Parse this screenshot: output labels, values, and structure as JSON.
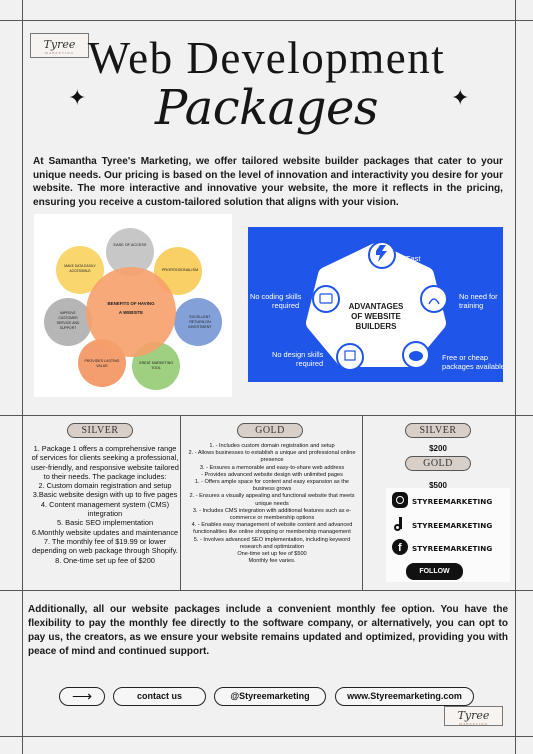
{
  "header": {
    "logo_text": "Tyree",
    "logo_sub": "MARKETING",
    "title_line1": "Web Development",
    "title_line2": "Packages",
    "sparkle": "✦"
  },
  "intro": "At Samantha Tyree's Marketing, we offer tailored website builder packages that cater to your unique needs. Our pricing is based on the level of innovation and interactivity you desire for your website. The more interactive and innovative your website, the more it reflects in the pricing, ensuring you receive a custom-tailored solution that aligns with your vision.",
  "benefits_diagram": {
    "center": "BENEFITS OF HAVING A WEBSITE",
    "items": [
      "EASE OF ACCESS",
      "PROFESSIONALISM",
      "EXCELLENT RETURN ON INVESTMENT",
      "GREAT MARKETING TOOL",
      "PROVIDES LASTING VALUE",
      "IMPROVE CUSTOMER SERVICE AND SUPPORT",
      "MAKE DATA EASILY ACCESSIBLE"
    ],
    "colors": [
      "#bdbdbd",
      "#f7c84a",
      "#6d8fd1",
      "#8ec86b",
      "#f28c55",
      "#a9a9a9",
      "#f8cf55"
    ],
    "center_color": "#f6a06a"
  },
  "advantages_diagram": {
    "center": "ADVANTAGES OF WEBSITE BUILDERS",
    "items": [
      "Fast",
      "No need for training",
      "Free or cheap packages available",
      "No design skills required",
      "No coding skills required"
    ],
    "background": "#1f55e8"
  },
  "silver": {
    "label": "SILVER",
    "items": [
      "1.  Package 1 offers a comprehensive range of services for clients seeking a professional, user-friendly, and responsive website tailored to their needs. The package includes:",
      "2.     Custom domain registration and setup",
      "3.Basic website design with up to five pages",
      "4.     Content management system (CMS) integration",
      "5.          Basic SEO implementation",
      "6.Monthly website updates and maintenance",
      "7.     The monthly fee of $19.99 or lower depending on web package through Shopify.",
      "8.          One-time set up fee of $200"
    ]
  },
  "gold": {
    "label": "GOLD",
    "items": [
      "1.      - Includes custom domain registration and setup",
      "2.      - Allows businesses to establish a unique and professional online presence",
      "3.      - Ensures a memorable and easy-to-share web address",
      "- Provides advanced website design with unlimited pages",
      "1.  - Offers ample space for content and easy expansion as the business grows",
      "2.  - Ensures a visually appealing and functional website that meets unique needs",
      "3.   - Includes CMS integration with additional features such as e-commerce or membership options",
      "4.  - Enables easy management of website content and advanced functionalities like online shopping or membership management",
      "5.   - Involves advanced SEO implementation, including keyword research and optimization",
      "One-time set up fee of $500",
      "Monthly fee varies."
    ]
  },
  "pricing": {
    "silver_label": "SILVER",
    "silver_price": "$200",
    "gold_label": "GOLD",
    "gold_price": "$500"
  },
  "social": {
    "instagram": "STYREEMARKETING",
    "tiktok": "STYREEMARKETING",
    "facebook": "STYREEMARKETING",
    "follow": "FOLLOW"
  },
  "outro": "Additionally, all our website packages include a convenient monthly fee option. You have the flexibility to pay the monthly fee directly to the software company, or alternatively, you can opt to pay us, the creators, as we ensure your website remains updated and optimized, providing you with peace of mind and continued support.",
  "footer": {
    "arrow": "⟶",
    "contact": "contact us",
    "handle": "@Styreemarketing",
    "website": "www.Styreemarketing.com"
  }
}
